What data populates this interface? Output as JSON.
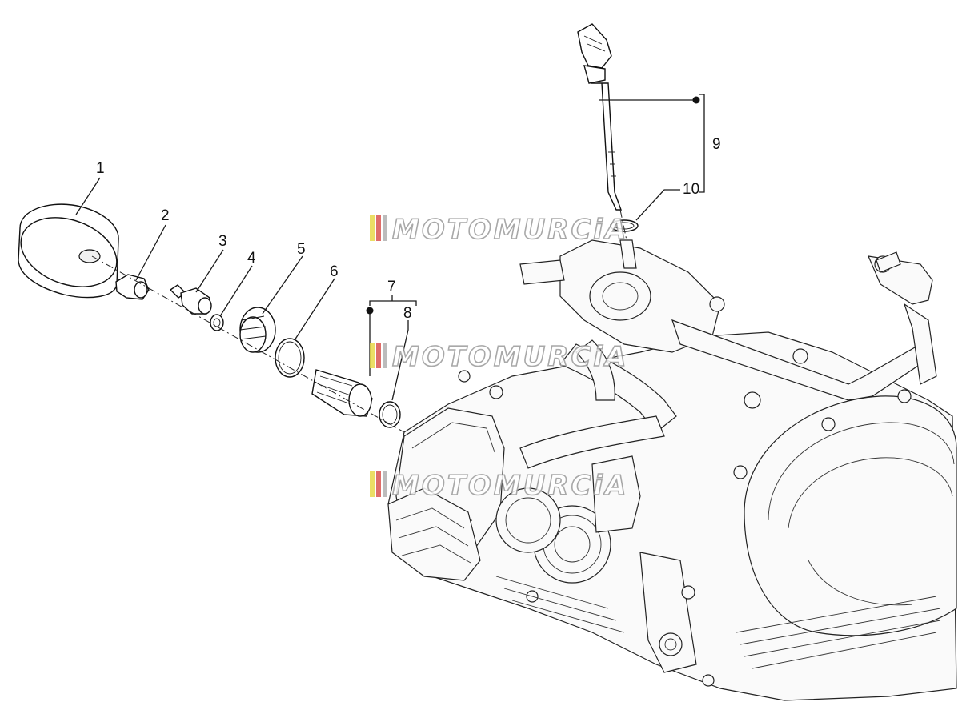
{
  "diagram": {
    "callouts": [
      {
        "id": "1",
        "label": "1"
      },
      {
        "id": "2",
        "label": "2"
      },
      {
        "id": "3",
        "label": "3"
      },
      {
        "id": "4",
        "label": "4"
      },
      {
        "id": "5",
        "label": "5"
      },
      {
        "id": "6",
        "label": "6"
      },
      {
        "id": "7",
        "label": "7"
      },
      {
        "id": "8",
        "label": "8"
      },
      {
        "id": "9",
        "label": "9"
      },
      {
        "id": "10",
        "label": "10"
      }
    ],
    "watermark": {
      "text": "MOTOMURCiA",
      "stripe_colors": [
        "#e8d84a",
        "#d9534f",
        "#b0b0b0"
      ]
    }
  }
}
